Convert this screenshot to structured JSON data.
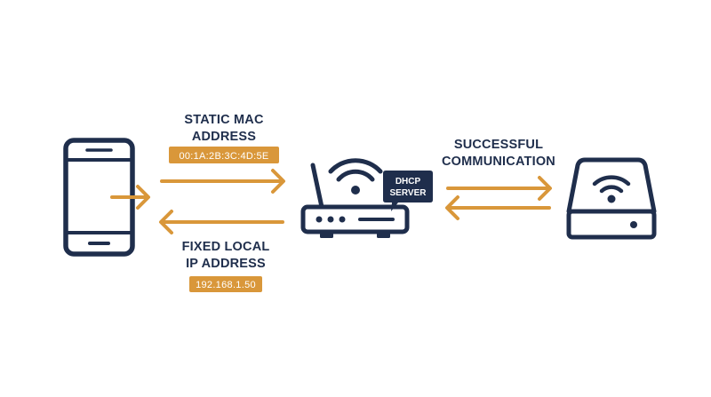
{
  "colors": {
    "navy": "#1f2e4c",
    "accent": "#d9973a",
    "background": "#ffffff"
  },
  "icons": {
    "left": "smartphone-icon",
    "center": "wifi-router-icon",
    "right": "storage-drive-icon"
  },
  "labels": {
    "static_mac_line1": "STATIC MAC",
    "static_mac_line2": "ADDRESS",
    "mac_value": "00:1A:2B:3C:4D:5E",
    "fixed_ip_line1": "FIXED LOCAL",
    "fixed_ip_line2": "IP ADDRESS",
    "ip_value": "192.168.1.50",
    "success_line1": "SUCCESSFUL",
    "success_line2": "COMMUNICATION",
    "dhcp_line1": "DHCP",
    "dhcp_line2": "SERVER"
  }
}
